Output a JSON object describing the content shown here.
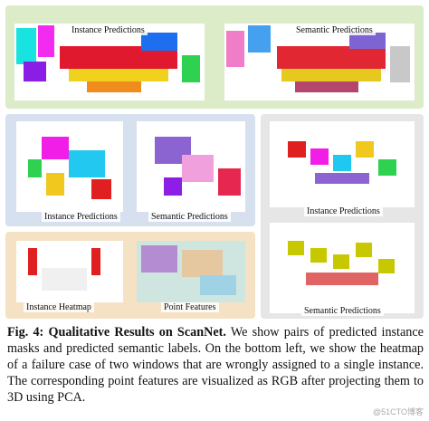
{
  "figure": {
    "panels": {
      "top_left_label": "Instance Predictions",
      "top_right_label": "Semantic Predictions",
      "mid_left_a_label": "Instance Predictions",
      "mid_left_b_label": "Semantic Predictions",
      "right_top_label": "Instance Predictions",
      "right_bottom_label": "Semantic Predictions",
      "bottom_left_a_label": "Instance Heatmap",
      "bottom_left_b_label": "Point Features"
    },
    "colors": {
      "green_bg": "#dcebc8",
      "blue_bg": "#d6e0ee",
      "peach_bg": "#f5e2c4",
      "accent_yellow": "#c8c800",
      "accent_magenta": "#e01ae0",
      "accent_red": "#e02020"
    }
  },
  "caption": {
    "lead": "Fig. 4: Qualitative Results on ScanNet.",
    "body": " We show pairs of predicted instance masks and predicted semantic labels. On the bottom left, we show the heatmap of a failure case of two windows that are wrongly assigned to a single instance. The corresponding point features are visualized as RGB after projecting them to 3D using PCA."
  },
  "watermark": "@51CTO博客"
}
